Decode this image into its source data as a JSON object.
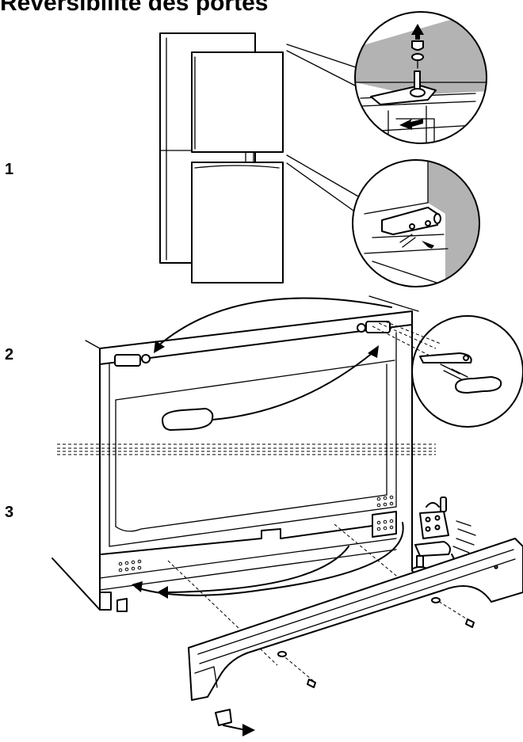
{
  "title": "Réversibilité des portes",
  "steps": [
    "1",
    "2",
    "3"
  ]
}
